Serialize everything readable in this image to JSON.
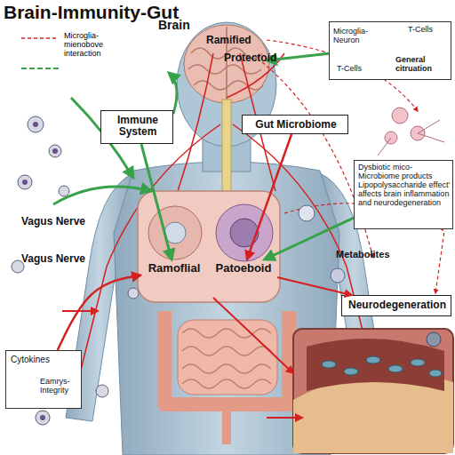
{
  "diagram": {
    "title": "Brain-Immunity-Gut",
    "nodes": [
      {
        "text": [
          "Microglia- Neuron",
          "T-Cells",
          "T-Cells",
          "General citruation"
        ]
      },
      {
        "text": [
          "Immune System"
        ]
      },
      {
        "text": [
          "Gut Microbiome"
        ]
      },
      {
        "text": [
          "Dysbiotic mico- Microbiome products Lipopolysaccharide effect' affects brain inflammation and neurodegeneration"
        ]
      },
      {
        "text": [
          "Ramoflial"
        ]
      },
      {
        "text": [
          "Patoeboid"
        ]
      },
      {
        "text": [
          "Neurodegeneration"
        ]
      },
      {
        "text": [
          "Cytokines",
          "Eamrys- Integrity"
        ]
      }
    ],
    "edges": [
      {
        "from": 3,
        "to": 5,
        "arrow": "to"
      },
      {
        "from": 7,
        "to": 4,
        "arrow": "to"
      },
      {
        "from": 5,
        "to": 6,
        "arrow": "to"
      },
      {
        "from": 1,
        "to": 4,
        "arrow": "to"
      },
      {
        "from": 2,
        "to": 5,
        "arrow": "to"
      }
    ],
    "labels": [
      "Brain",
      "Ramified",
      "Protectoid",
      "Vagus Nerve",
      "Vagus Nerve",
      "Metabolites"
    ],
    "legend": [
      {
        "text": "Microglia- mienobove interaction"
      }
    ]
  }
}
